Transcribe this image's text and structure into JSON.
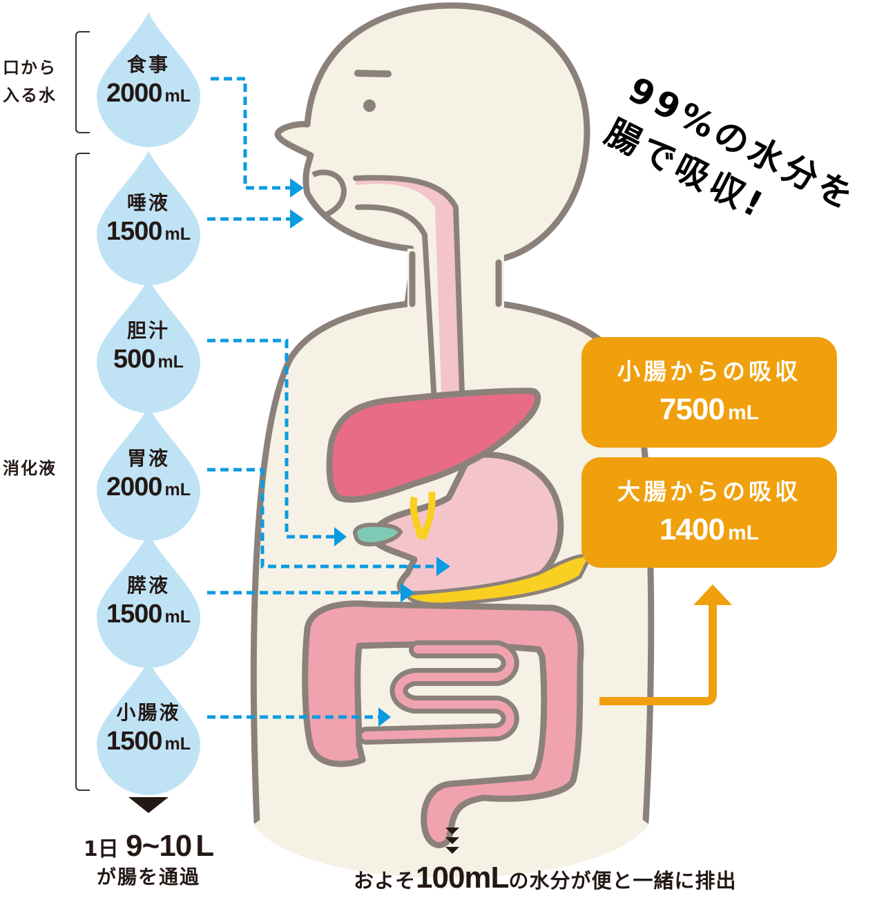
{
  "side_labels": {
    "mouth_water": [
      "口から",
      "入る水"
    ],
    "digestive_juice": "消化液"
  },
  "inputs": [
    {
      "name": "食事",
      "value": "2000",
      "unit": "mL",
      "target": "mouth"
    },
    {
      "name": "唾液",
      "value": "1500",
      "unit": "mL",
      "target": "mouth"
    },
    {
      "name": "胆汁",
      "value": "500",
      "unit": "mL",
      "target": "gallbladder"
    },
    {
      "name": "胃液",
      "value": "2000",
      "unit": "mL",
      "target": "stomach"
    },
    {
      "name": "膵液",
      "value": "1500",
      "unit": "mL",
      "target": "pancreas"
    },
    {
      "name": "小腸液",
      "value": "1500",
      "unit": "mL",
      "target": "small-intestine"
    }
  ],
  "absorption": [
    {
      "title": "小腸からの吸収",
      "value": "7500",
      "unit": "mL"
    },
    {
      "title": "大腸からの吸収",
      "value": "1400",
      "unit": "mL"
    }
  ],
  "slogan": [
    "99%の水分を",
    "腸で吸収!"
  ],
  "total": {
    "prefix": "1日",
    "amount": "9~10",
    "unit": "L",
    "suffix": "が腸を通過"
  },
  "excretion": {
    "prefix": "およそ",
    "amount": "100mL",
    "suffix": "の水分が便と一緒に排出"
  },
  "colors": {
    "drop": "#bfe3f5",
    "arrow_blue": "#0a9be0",
    "absorb_orange": "#f0a00c",
    "body": "#f5f1e5",
    "outline": "#8c817a",
    "liver": "#e96c86",
    "stomach": "#f3c5cb",
    "intestine": "#f0a3ae",
    "pancreas": "#f9cf22",
    "gallbladder": "#7fcab4"
  }
}
